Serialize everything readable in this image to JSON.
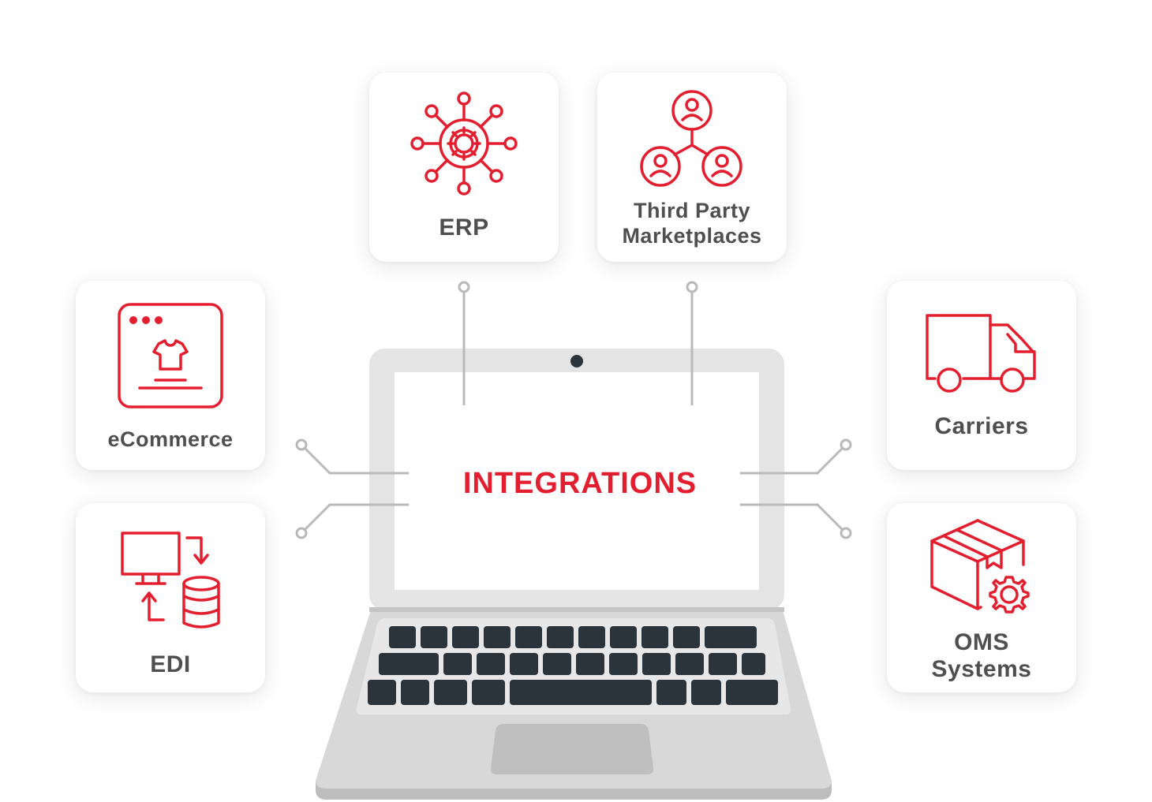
{
  "diagram": {
    "center_label": "INTEGRATIONS",
    "cards": {
      "erp": {
        "label": "ERP",
        "icon": "network-gear-icon"
      },
      "third_party": {
        "line1": "Third Party",
        "line2": "Marketplaces",
        "icon": "user-network-icon"
      },
      "ecommerce": {
        "label": "eCommerce",
        "icon": "online-store-icon"
      },
      "edi": {
        "label": "EDI",
        "icon": "computer-database-sync-icon"
      },
      "carriers": {
        "label": "Carriers",
        "icon": "truck-icon"
      },
      "oms": {
        "line1": "OMS",
        "line2": "Systems",
        "icon": "box-gear-icon"
      }
    }
  },
  "colors": {
    "accent": "#e31e2f",
    "label_text": "#4f4f4f",
    "laptop_body": "#e4e4e4",
    "laptop_base": "#d4d4d4",
    "keys": "#2b343a",
    "connector": "#b9b9b9"
  }
}
